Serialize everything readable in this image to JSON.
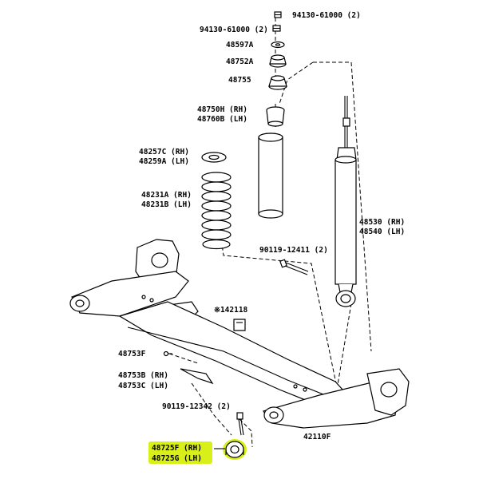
{
  "labels": {
    "nut_top": "94130-61000 (2)",
    "nut_second": "94130-61000 (2)",
    "washer": "48597A",
    "upper_support": "48752A",
    "insulator": "48755",
    "bumper_rh": "48750H (RH)",
    "bumper_lh": "48760B (LH)",
    "spring_seat_rh": "48257C (RH)",
    "spring_seat_lh": "48259A (LH)",
    "spring_rh": "48231A (RH)",
    "spring_lh": "48231B (LH)",
    "shock_rh": "48530 (RH)",
    "shock_lh": "48540 (LH)",
    "bolt_shock": "90119-12411 (2)",
    "clip_ref": "※142118",
    "bracket_f": "48753F",
    "bracket_rh": "48753B (RH)",
    "bracket_lh": "48753C (LH)",
    "bolt_beam": "90119-12342 (2)",
    "beam": "42110F",
    "bushing_rh": "48725F (RH)",
    "bushing_lh": "48725G (LH)"
  },
  "colors": {
    "highlight": "#d8ef1a",
    "line": "#000000"
  }
}
